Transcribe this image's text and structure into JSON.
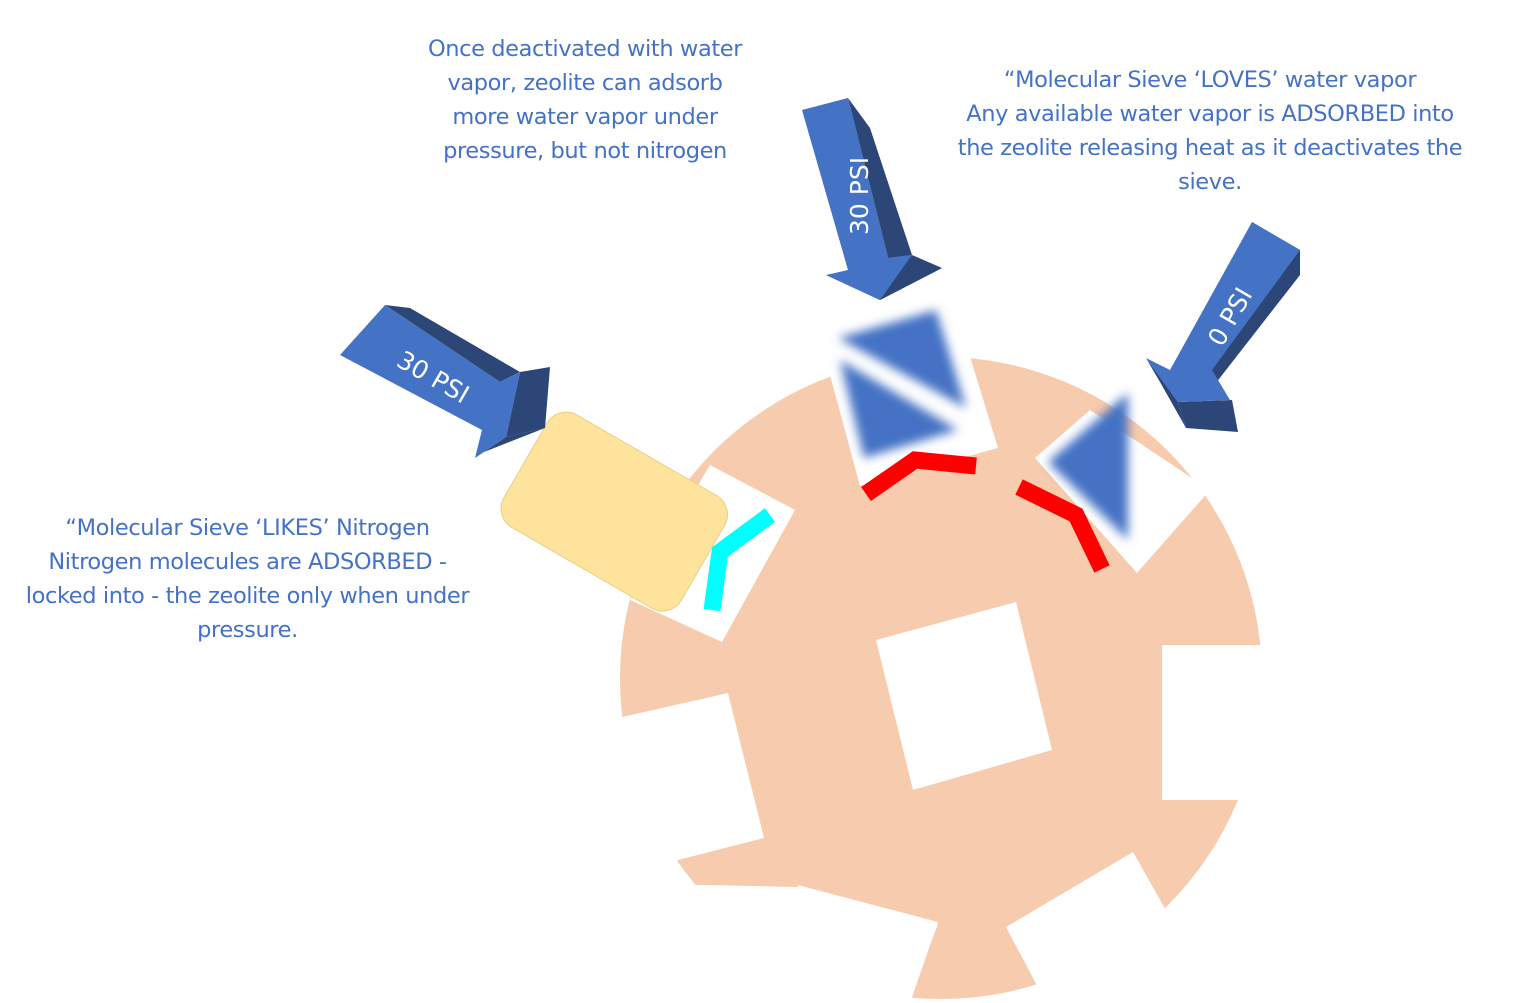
{
  "captions": {
    "top_center": {
      "lines": [
        "Once deactivated with water",
        "vapor, zeolite can adsorb",
        "more water vapor under",
        "pressure, but not nitrogen"
      ]
    },
    "top_right": {
      "lines": [
        "“Molecular Sieve ‘LOVES’ water vapor",
        "Any available water vapor is ADSORBED into",
        "the zeolite releasing heat as it deactivates the",
        "sieve."
      ]
    },
    "left": {
      "lines": [
        "“Molecular Sieve ‘LIKES’ Nitrogen",
        "Nitrogen molecules are ADSORBED -",
        "locked into - the zeolite only when under",
        "pressure."
      ]
    }
  },
  "arrows": [
    {
      "id": "left",
      "label": "30 PSI"
    },
    {
      "id": "top",
      "label": "30 PSI"
    },
    {
      "id": "right",
      "label": "0 PSI"
    }
  ],
  "colors": {
    "text_blue": "#4472c4",
    "arrow_front": "#4472c4",
    "arrow_side": "#2c4677",
    "zeolite": "#f7cbad",
    "nitrogen_molecule": "#fde39b",
    "nitrogen_bond": "#00ffff",
    "water_molecule": "#4472c4",
    "water_bond": "#ff0000"
  }
}
